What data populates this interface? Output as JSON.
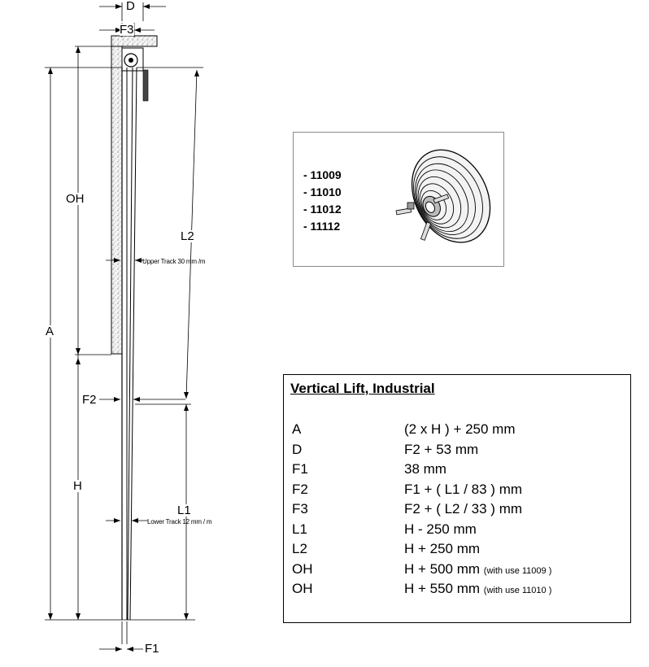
{
  "diagram": {
    "dims": {
      "D": "D",
      "F3": "F3",
      "OH": "OH",
      "A": "A",
      "L2": "L2",
      "F2": "F2",
      "H": "H",
      "L1": "L1",
      "F1": "F1"
    },
    "upper_track": "Upper Track 30 mm /m",
    "lower_track": "Lower Track 12 mm / m"
  },
  "drum_parts": [
    "- 11009",
    "- 11010",
    "- 11012",
    "- 11112"
  ],
  "formula_table": {
    "title": "Vertical Lift, Industrial",
    "rows": [
      {
        "key": "A",
        "value": "(2 x H ) + 250 mm",
        "note": ""
      },
      {
        "key": "D",
        "value": "F2 + 53 mm",
        "note": ""
      },
      {
        "key": "F1",
        "value": "38 mm",
        "note": ""
      },
      {
        "key": "F2",
        "value": "F1 + ( L1 / 83 ) mm",
        "note": ""
      },
      {
        "key": "F3",
        "value": "F2 + ( L2 / 33 ) mm",
        "note": ""
      },
      {
        "key": "L1",
        "value": "H - 250 mm",
        "note": ""
      },
      {
        "key": "L2",
        "value": "H + 250 mm",
        "note": ""
      },
      {
        "key": "OH",
        "value": "H + 500 mm",
        "note": "(with use 11009 )"
      },
      {
        "key": "OH",
        "value": "H + 550 mm",
        "note": "(with use 11010 )"
      }
    ]
  }
}
